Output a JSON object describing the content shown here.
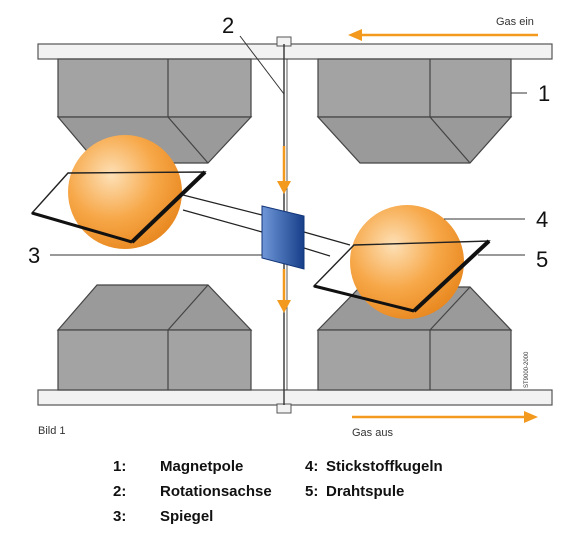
{
  "diagram": {
    "callouts": [
      "1",
      "2",
      "3",
      "4",
      "5"
    ],
    "gas_in_label": "Gas ein",
    "gas_out_label": "Gas aus",
    "figure_label": "Bild 1",
    "code_label": "ST9000-2000",
    "colors": {
      "pole": "#a3a3a3",
      "pole_dark": "#8c8c8c",
      "sphere": "#f7a849",
      "arrow": "#f39a1e",
      "mirror": "#1e56a6",
      "frame": "#f2f2f2"
    }
  },
  "legend": {
    "items": [
      {
        "num": "1:",
        "label": "Magnetpole"
      },
      {
        "num": "2:",
        "label": "Rotationsachse"
      },
      {
        "num": "3:",
        "label": "Spiegel"
      },
      {
        "num": "4:",
        "label": "Stickstoffkugeln"
      },
      {
        "num": "5:",
        "label": "Drahtspule"
      }
    ]
  }
}
